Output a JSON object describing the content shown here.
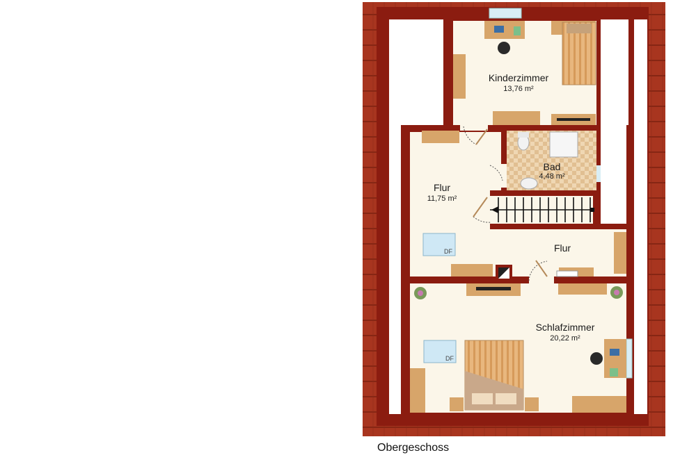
{
  "floor_title": "Obergeschoss",
  "rooms": {
    "kinderzimmer": {
      "name": "Kinderzimmer",
      "area": "13,76 m²"
    },
    "bad": {
      "name": "Bad",
      "area": "4,48 m²"
    },
    "flur_west": {
      "name": "Flur",
      "area": "11,75 m²"
    },
    "flur_east": {
      "name": "Flur"
    },
    "schlafzimmer": {
      "name": "Schlafzimmer",
      "area": "20,22 m²"
    }
  },
  "skylights": {
    "label_1": "DF",
    "label_2": "DF"
  },
  "colors": {
    "wall": "#8b1c10",
    "roof": "#a8351f",
    "floor": "#fbf6e9",
    "furniture": "#d7a56a",
    "tile": "#e8c9a0"
  }
}
